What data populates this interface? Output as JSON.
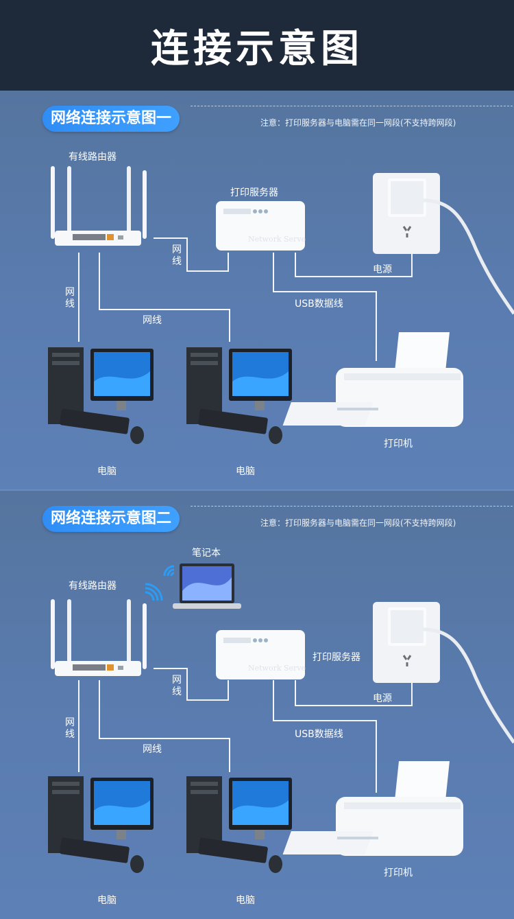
{
  "page": {
    "title": "连接示意图"
  },
  "diagram1": {
    "title": "网络连接示意图一",
    "note": "注意：打印服务器与电脑需在同一网段(不支持跨网段)",
    "router_label": "有线路由器",
    "print_server_label": "打印服务器",
    "print_server_text": "Network Serve",
    "power_label": "电源",
    "usb_label": "USB数据线",
    "printer_label": "打印机",
    "cable_label_a": "网线",
    "cable_label_b": "网线",
    "cable_label_c": "网线",
    "pc1_label": "电脑",
    "pc2_label": "电脑"
  },
  "diagram2": {
    "title": "网络连接示意图二",
    "note": "注意：打印服务器与电脑需在同一网段(不支持跨网段)",
    "router_label": "有线路由器",
    "laptop_label": "笔记本",
    "print_server_label": "打印服务器",
    "print_server_text": "Network Serve",
    "power_label": "电源",
    "usb_label": "USB数据线",
    "printer_label": "打印机",
    "cable_label_a": "网线",
    "cable_label_b": "网线",
    "cable_label_c": "网线",
    "pc1_label": "电脑",
    "pc2_label": "电脑"
  },
  "colors": {
    "header_bg": "#1e2a3a",
    "badge": "#2f8df5",
    "background": "#5b7bab",
    "wire": "#f2f5fa"
  }
}
